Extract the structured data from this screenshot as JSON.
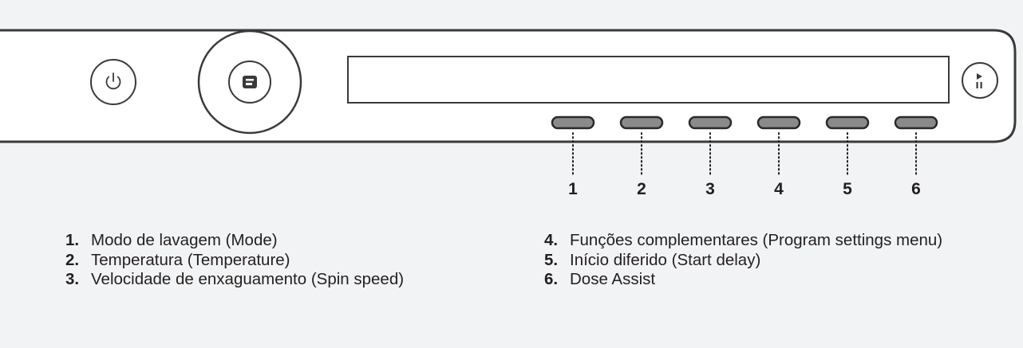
{
  "panel": {
    "power_icon": "power-icon",
    "auto_icon": "auto-dose-icon",
    "start_pause_icon": "play-pause-icon",
    "colors": {
      "outline": "#3a3a3a",
      "button_fill": "#8a8a8a",
      "background": "#f2f3f4"
    }
  },
  "callouts": [
    "1",
    "2",
    "3",
    "4",
    "5",
    "6"
  ],
  "legend": [
    [
      {
        "num": "1.",
        "text": "Modo de lavagem (Mode)"
      },
      {
        "num": "2.",
        "text": "Temperatura (Temperature)"
      },
      {
        "num": "3.",
        "text": "Velocidade de enxaguamento (Spin speed)"
      }
    ],
    [
      {
        "num": "4.",
        "text": "Funções complementares (Program settings menu)"
      },
      {
        "num": "5.",
        "text": "Início diferido (Start delay)"
      },
      {
        "num": "6.",
        "text": "Dose Assist"
      }
    ]
  ]
}
